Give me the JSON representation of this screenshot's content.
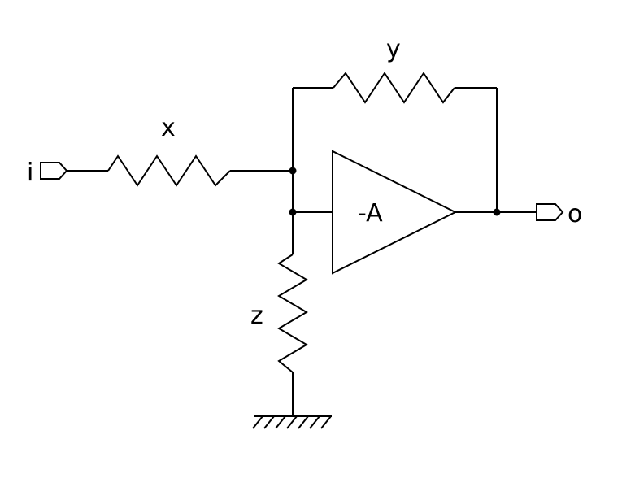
{
  "diagram": {
    "input_label": "i",
    "output_label": "o",
    "resistor_x_label": "x",
    "resistor_y_label": "y",
    "resistor_z_label": "z",
    "amplifier_label": "-A"
  },
  "colors": {
    "line": "#000000",
    "background": "#ffffff"
  }
}
